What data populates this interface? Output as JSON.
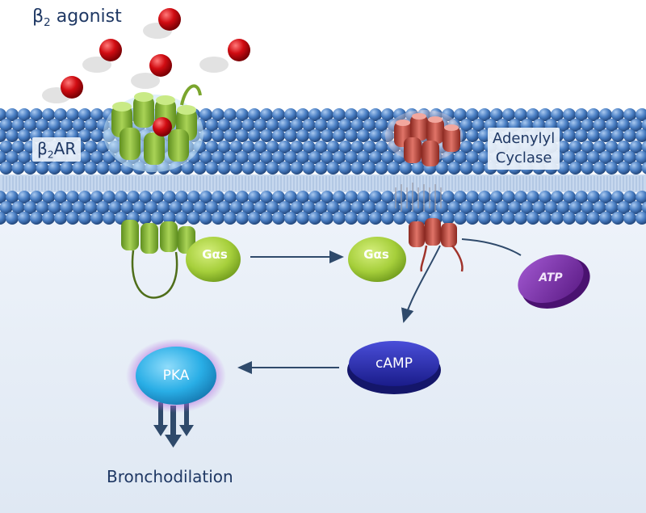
{
  "labels": {
    "agonist_symbol": "β",
    "agonist_sub": "2",
    "agonist_text": " agonist",
    "receptor_symbol": "β",
    "receptor_sub": "2",
    "receptor_text": "AR",
    "adenylyl": "Adenylyl",
    "cyclase": "Cyclase",
    "gas_left": "Gαs",
    "gas_right": "Gαs",
    "atp": "ATP",
    "camp": "cAMP",
    "pka": "PKA",
    "bronchodilation": "Bronchodilation"
  },
  "colors": {
    "membrane_bead": "#4a7fc4",
    "agonist": "#d10c12",
    "receptor": "#8fbf3a",
    "adenylyl_cyclase": "#c94a3f",
    "gas": "#a6cf3b",
    "atp": "#7a2da8",
    "camp": "#2b2fb8",
    "pka": "#29aee6",
    "arrow": "#2f4a6b",
    "label_text": "#1f3864"
  },
  "icons": [
    "agonist-ligand-icon",
    "beta2-receptor-icon",
    "adenylyl-cyclase-icon",
    "arrow-icon"
  ]
}
